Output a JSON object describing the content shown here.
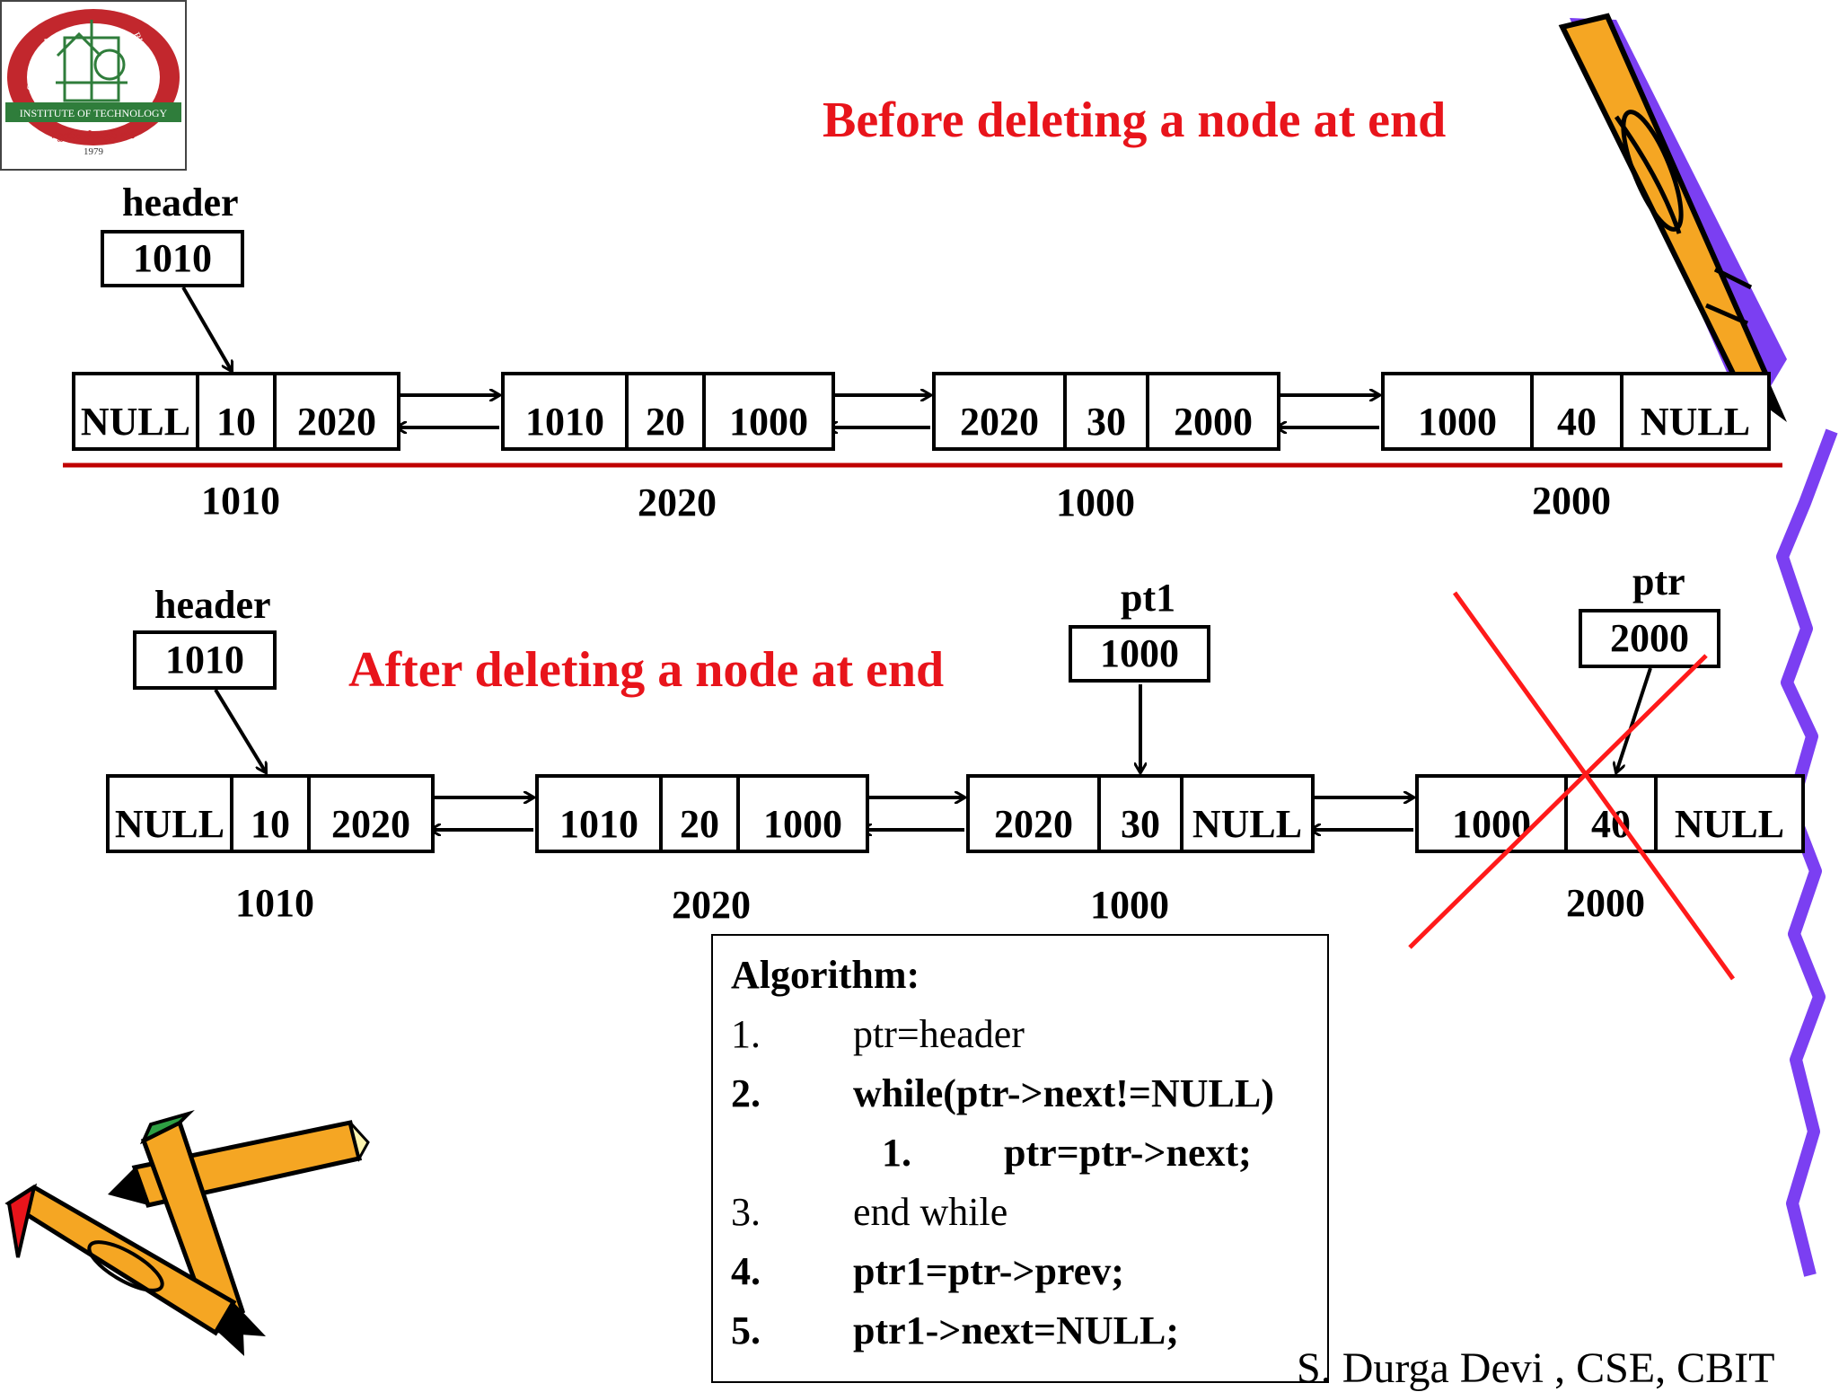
{
  "logo": {
    "text_top_left": "CHAITANYA",
    "text_top_right": "BHARATHI",
    "text_band": "INSTITUTE OF TECHNOLOGY",
    "text_motto": "స్వయం తేజస్విన్ భవ",
    "year": "1979"
  },
  "before": {
    "title": "Before deleting a node at end",
    "header_label": "header",
    "header_value": "1010",
    "nodes": [
      {
        "prev": "NULL",
        "data": "10",
        "next": "2020",
        "addr": "1010"
      },
      {
        "prev": "1010",
        "data": "20",
        "next": "1000",
        "addr": "2020"
      },
      {
        "prev": "2020",
        "data": "30",
        "next": "2000",
        "addr": "1000"
      },
      {
        "prev": "1000",
        "data": "40",
        "next": "NULL",
        "addr": "2000"
      }
    ]
  },
  "after": {
    "title": "After deleting a node at end",
    "header_label": "header",
    "header_value": "1010",
    "pt1_label": "pt1",
    "pt1_value": "1000",
    "ptr_label": "ptr",
    "ptr_value": "2000",
    "nodes": [
      {
        "prev": "NULL",
        "data": "10",
        "next": "2020",
        "addr": "1010"
      },
      {
        "prev": "1010",
        "data": "20",
        "next": "1000",
        "addr": "2020"
      },
      {
        "prev": "2020",
        "data": "30",
        "next": "NULL",
        "addr": "1000"
      },
      {
        "prev": "1000",
        "data": "40",
        "next": "NULL",
        "addr": "2000"
      }
    ]
  },
  "algorithm": {
    "title": "Algorithm:",
    "steps": [
      {
        "num": "1.",
        "text": "ptr=header"
      },
      {
        "num": "2.",
        "text": "while(ptr->next!=NULL)"
      },
      {
        "num": "1.",
        "text": "ptr=ptr->next;"
      },
      {
        "num": "3.",
        "text": "end while"
      },
      {
        "num": "4.",
        "text": "ptr1=ptr->prev;"
      },
      {
        "num": "5.",
        "text": "ptr1->next=NULL;"
      }
    ]
  },
  "footer": "S. Durga Devi , CSE, CBIT",
  "colors": {
    "title_red": "#e8141b",
    "divider_red": "#c00000",
    "cross_red": "#ff1a1a",
    "pencil_orange": "#f5a623",
    "pencil_blue": "#7b3ff2",
    "squiggle_purple": "#7b3ff2"
  }
}
